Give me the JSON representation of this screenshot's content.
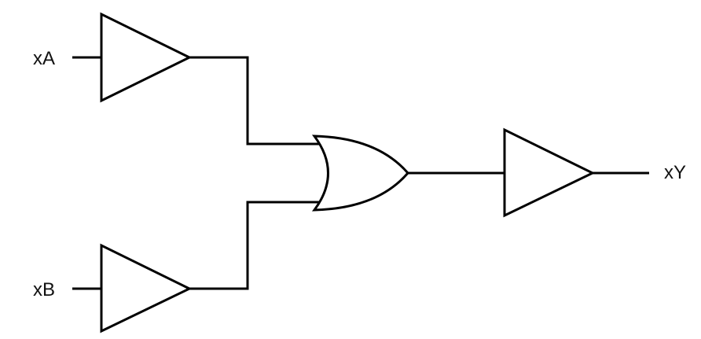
{
  "labels": {
    "input_a": "xA",
    "input_b": "xB",
    "output_y": "xY"
  },
  "components": [
    {
      "id": "buffer-a",
      "type": "buffer"
    },
    {
      "id": "buffer-b",
      "type": "buffer"
    },
    {
      "id": "or-gate",
      "type": "or"
    },
    {
      "id": "buffer-out",
      "type": "buffer"
    }
  ],
  "connections": [
    {
      "from": "xA",
      "to": "buffer-a"
    },
    {
      "from": "xB",
      "to": "buffer-b"
    },
    {
      "from": "buffer-a",
      "to": "or-gate"
    },
    {
      "from": "buffer-b",
      "to": "or-gate"
    },
    {
      "from": "or-gate",
      "to": "buffer-out"
    },
    {
      "from": "buffer-out",
      "to": "xY"
    }
  ],
  "colors": {
    "stroke": "#000000",
    "background": "#ffffff",
    "text": "#111111"
  }
}
